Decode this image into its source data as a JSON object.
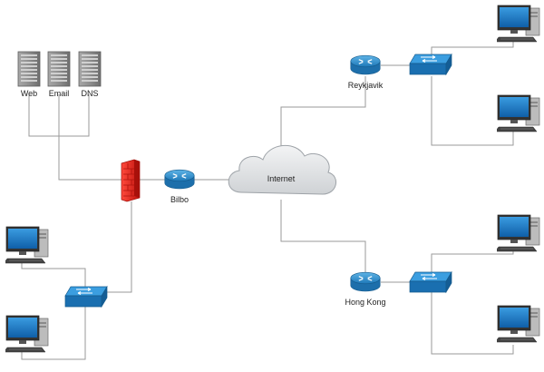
{
  "servers": [
    {
      "label": "Web",
      "icon": "server-icon"
    },
    {
      "label": "Email",
      "icon": "server-icon"
    },
    {
      "label": "DNS",
      "icon": "server-icon"
    }
  ],
  "firewall": {
    "icon": "firewall-icon",
    "color": "#e8231b"
  },
  "routers": {
    "bilbo": {
      "label": "Bilbo",
      "icon": "router-icon"
    },
    "reykjavik": {
      "label": "Reykjavik",
      "icon": "router-icon"
    },
    "hong_kong": {
      "label": "Hong Kong",
      "icon": "router-icon"
    }
  },
  "cloud": {
    "label": "Internet",
    "icon": "cloud-icon"
  },
  "switches": [
    {
      "site": "Bilbo",
      "icon": "switch-icon"
    },
    {
      "site": "Reykjavik",
      "icon": "switch-icon"
    },
    {
      "site": "Hong Kong",
      "icon": "switch-icon"
    }
  ],
  "workstations": [
    {
      "site": "Bilbo",
      "icon": "workstation-icon"
    },
    {
      "site": "Bilbo",
      "icon": "workstation-icon"
    },
    {
      "site": "Reykjavik",
      "icon": "workstation-icon"
    },
    {
      "site": "Reykjavik",
      "icon": "workstation-icon"
    },
    {
      "site": "Hong Kong",
      "icon": "workstation-icon"
    },
    {
      "site": "Hong Kong",
      "icon": "workstation-icon"
    }
  ],
  "colors": {
    "router_blue": "#2a8fcf",
    "switch_blue": "#1f7fc4",
    "firewall_red": "#e8231b",
    "server_gray": "#8f8f8f",
    "line_gray": "#9a9a9a",
    "cloud_fill": "#e4e6e8",
    "screen_blue": "#1d7ccf"
  }
}
